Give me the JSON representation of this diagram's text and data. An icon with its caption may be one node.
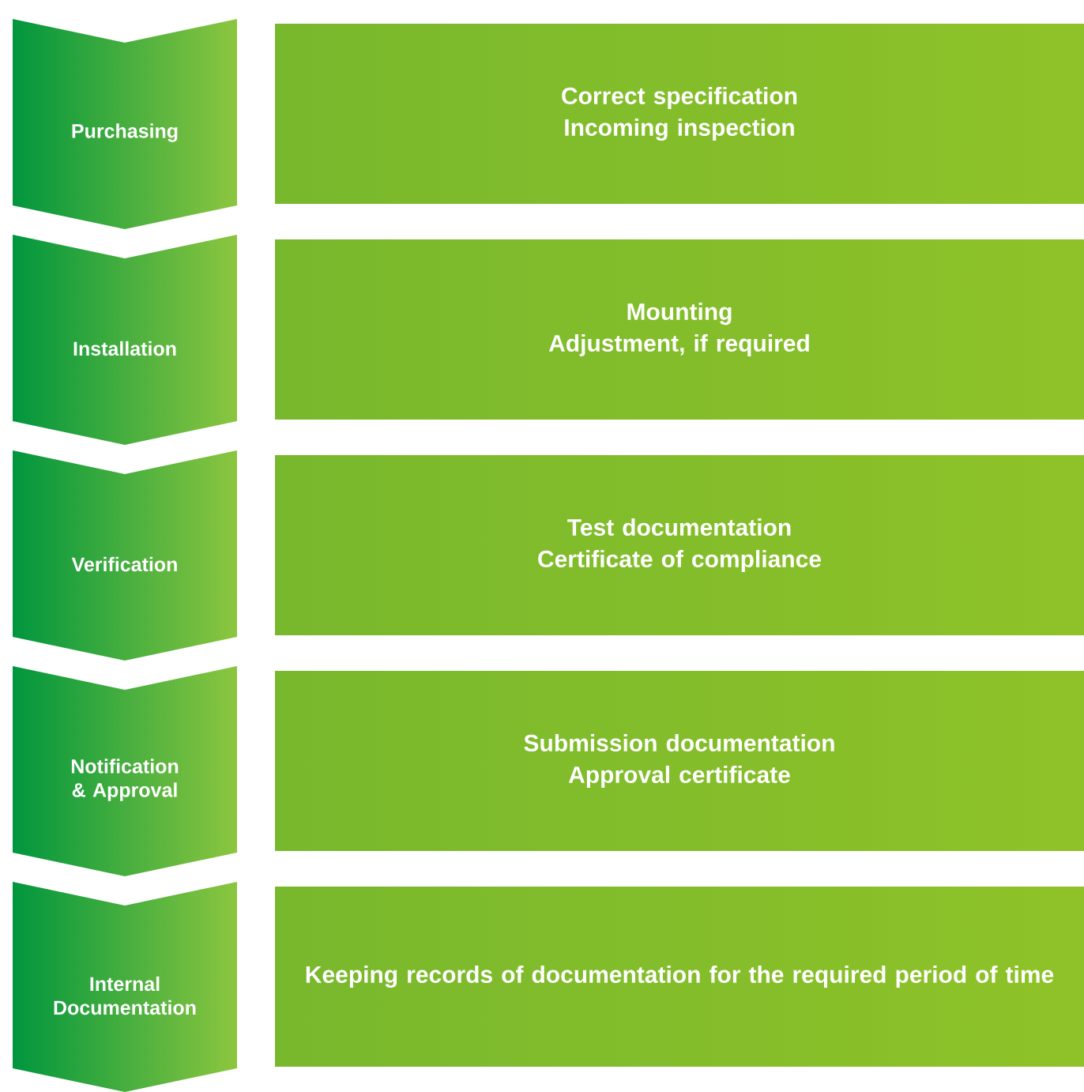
{
  "diagram": {
    "nodes": [
      {
        "text": [
          "Purchasing"
        ]
      },
      {
        "text": [
          "Correct specification",
          "Incoming inspection"
        ]
      },
      {
        "text": [
          "Installation"
        ]
      },
      {
        "text": [
          "Mounting",
          "Adjustment, if required"
        ]
      },
      {
        "text": [
          "Verification"
        ]
      },
      {
        "text": [
          "Test documentation",
          "Certificate of compliance"
        ]
      },
      {
        "text": [
          "Notification & Approval"
        ]
      },
      {
        "text": [
          "Submission documentation",
          "Approval certificate"
        ]
      },
      {
        "text": [
          "Internal Documentation"
        ]
      },
      {
        "text": [
          "Keeping records of documentation for the required period of time"
        ]
      }
    ]
  }
}
